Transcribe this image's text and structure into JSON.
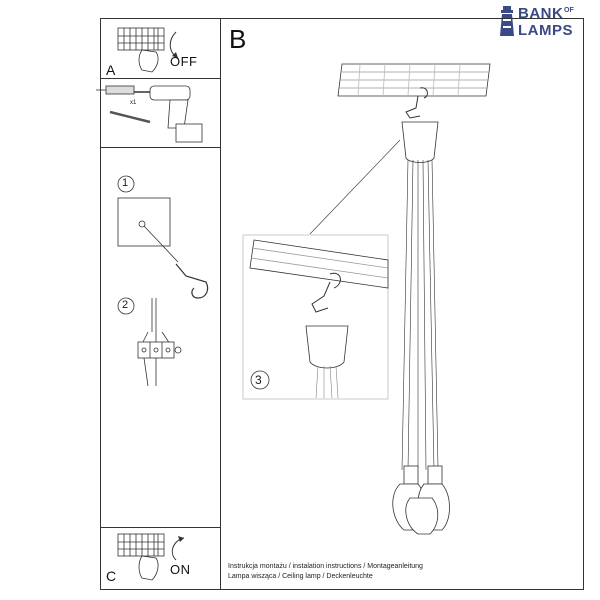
{
  "logo": {
    "bank": "BANK",
    "of": "OF",
    "lamps": "LAMPS",
    "brand_color": "#3a4a86",
    "icon": "lighthouse-icon"
  },
  "panels": {
    "a_letter": "A",
    "a_off": "OFF",
    "b_letter": "B",
    "c_letter": "C",
    "c_on": "ON",
    "drill_qty": "x1",
    "step1": "1",
    "step2": "2",
    "step3": "3"
  },
  "captions": {
    "line1": "Instrukcja montażu / instalation instructions / Montageanleitung",
    "line2": "Lampa wisząca / Ceiling lamp  / Deckenleuchte"
  }
}
